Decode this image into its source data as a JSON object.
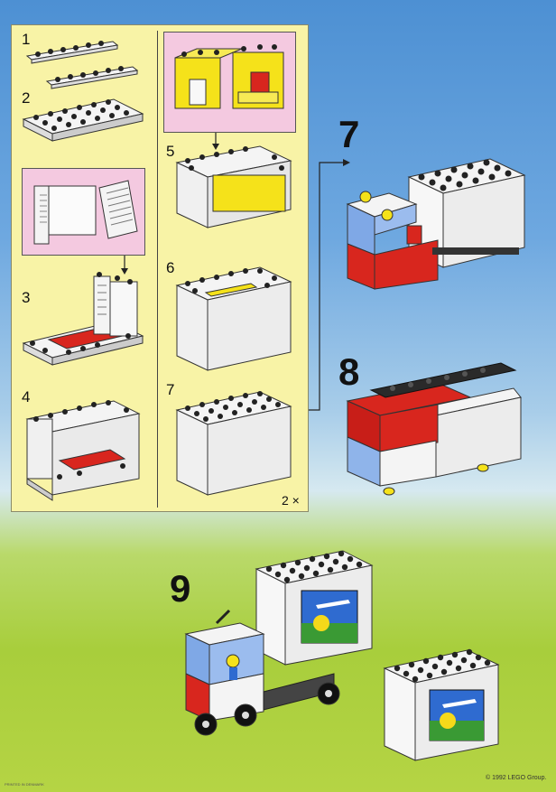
{
  "steps": {
    "s1": "1",
    "s2": "2",
    "s3": "3",
    "s4": "4",
    "s5": "5",
    "s6": "6",
    "s7a": "7",
    "s7": "7",
    "s8": "8",
    "s9": "9"
  },
  "repeat_label": "2 ×",
  "copyright": "© 1992 LEGO Group.",
  "print_note": "PRINTED IN DENMARK",
  "colors": {
    "panel": "#f8f3a6",
    "pink": "#f4c9e0",
    "brick_white": "#f4f4f4",
    "brick_red": "#d8261e",
    "brick_yellow": "#f5e21a",
    "brick_black": "#222222",
    "window_blue": "#7fa8e6"
  },
  "icons": [
    "arrow-down-icon",
    "arrow-right-icon",
    "airplane-logo-icon"
  ]
}
